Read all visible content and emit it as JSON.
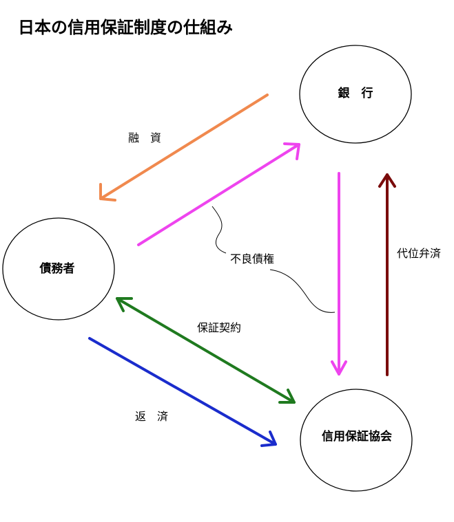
{
  "title": "日本の信用保証制度の仕組み",
  "nodes": {
    "bank": "銀　行",
    "debtor": "債務者",
    "guarantee_assoc": "信用保証協会"
  },
  "edges": {
    "loan": {
      "label": "融　資",
      "color": "#f0894e"
    },
    "bad_debt": {
      "label": "不良債権",
      "color": "#ee44ee"
    },
    "subrogation": {
      "label": "代位弁済",
      "color": "#7a0b0b"
    },
    "guarantee_contract": {
      "label": "保証契約",
      "color": "#1f7a1f"
    },
    "repayment": {
      "label": "返　済",
      "color": "#1a2ccc"
    }
  }
}
